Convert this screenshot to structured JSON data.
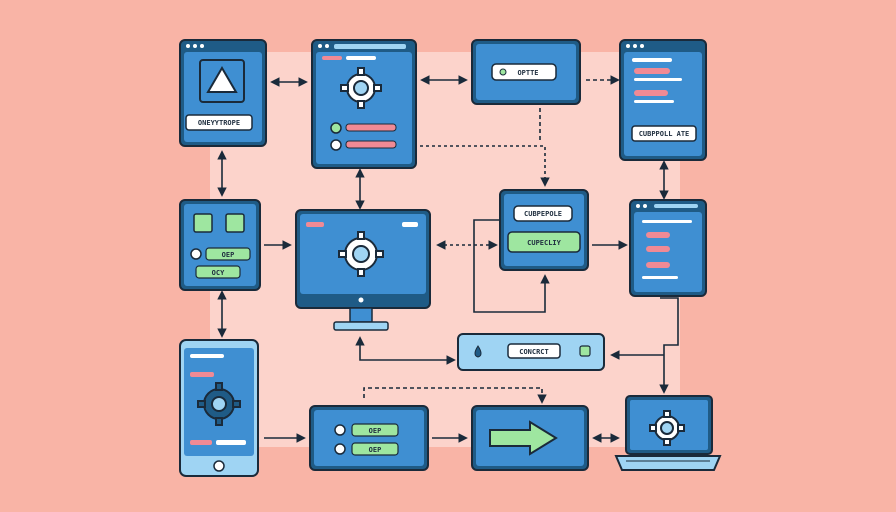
{
  "colors": {
    "background": "#f9b4a6",
    "panel_tint": "#fcd3cb",
    "window_outer": "#1f5b86",
    "window_blue": "#3f8fd2",
    "window_light": "#9fd4f3",
    "accent_green": "#9ee6a0",
    "accent_pink": "#f08a95",
    "outline": "#1a2a3a"
  },
  "labels": {
    "left_window_button": "ONEYYTROPE",
    "gear_panel_button": "OPTTE",
    "top_right_window_button": "CUBPPOLL ATE",
    "center_card_top": "CUBPEPOLE",
    "center_card_bottom": "CUPECLIY",
    "tablet_button_1": "OEP",
    "tablet_button_2": "OCY",
    "bottom_bar_label": "CONCRCT",
    "bottom_list_item_1": "OEP",
    "bottom_list_item_2": "OEP"
  }
}
